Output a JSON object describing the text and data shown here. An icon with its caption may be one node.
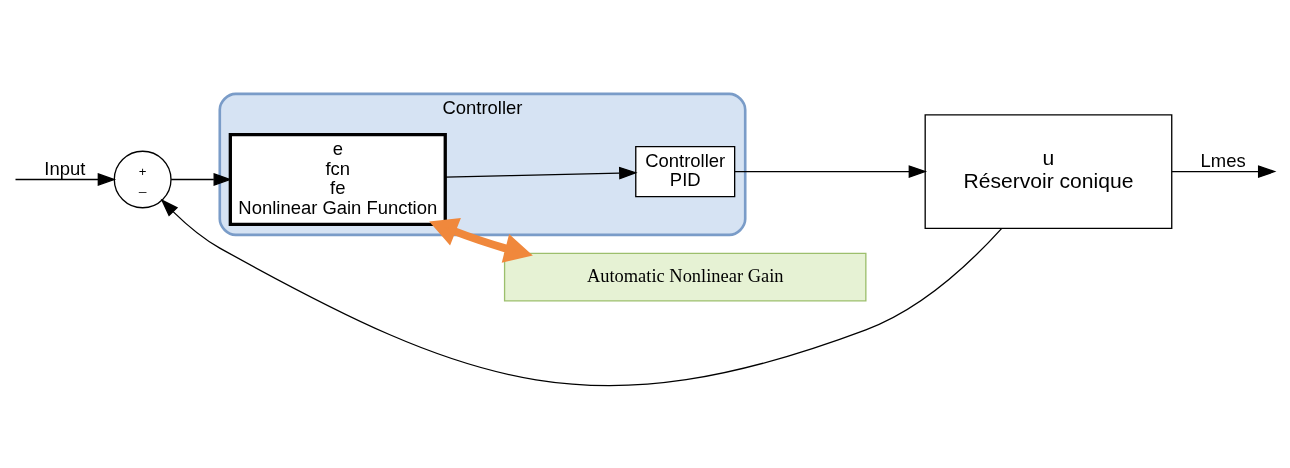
{
  "diagram": {
    "nodes": [
      {
        "text": [
          "Controller"
        ]
      },
      {
        "text": [
          "+",
          "_"
        ]
      },
      {
        "text": [
          "e",
          "fcn",
          "fe",
          "Nonlinear Gain Function"
        ],
        "in": 0
      },
      {
        "text": [
          "Controller",
          "PID"
        ],
        "in": 0
      },
      {
        "text": [
          "u",
          "Réservoir conique"
        ]
      },
      {
        "text": [
          "Automatic Nonlinear Gain"
        ]
      }
    ],
    "edges": [
      {
        "from": null,
        "to": 1,
        "arrow": "to",
        "label": "Input"
      },
      {
        "from": 1,
        "to": 2,
        "arrow": "to"
      },
      {
        "from": 2,
        "to": 3,
        "arrow": "to"
      },
      {
        "from": 3,
        "to": 4,
        "arrow": "to"
      },
      {
        "from": 4,
        "to": null,
        "arrow": "to",
        "label": "Lmes"
      },
      {
        "from": 4,
        "to": 1,
        "arrow": "to"
      },
      {
        "from": 2,
        "to": 5,
        "arrow": "both",
        "style": "thick",
        "color": "#f0883c"
      }
    ]
  }
}
